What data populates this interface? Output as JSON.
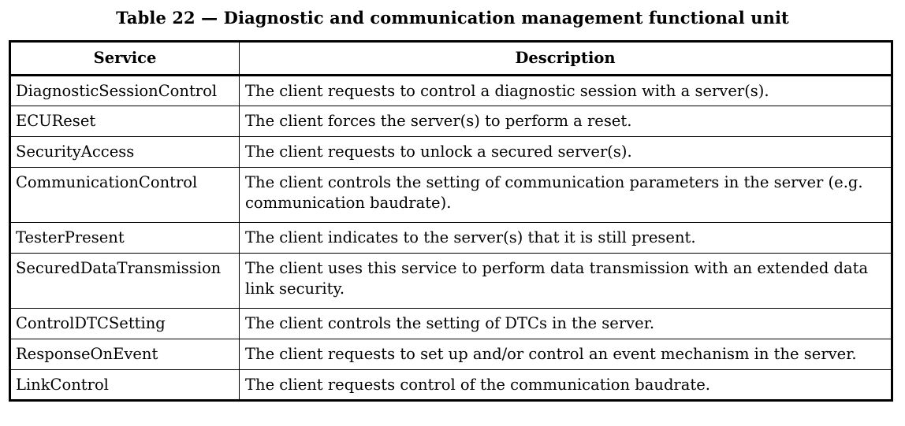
{
  "caption": "Table 22 — Diagnostic and communication management functional unit",
  "headers": {
    "service": "Service",
    "description": "Description"
  },
  "rows": [
    {
      "service": "DiagnosticSessionControl",
      "description": "The client requests to control a diagnostic session with a server(s)."
    },
    {
      "service": "ECUReset",
      "description": "The client forces the server(s) to perform a reset."
    },
    {
      "service": "SecurityAccess",
      "description": "The client requests to unlock a secured server(s)."
    },
    {
      "service": "CommunicationControl",
      "description": "The client controls the setting of communication parameters in the server (e.g. communication baudrate)."
    },
    {
      "service": "TesterPresent",
      "description": "The client indicates to the server(s) that it is still present."
    },
    {
      "service": "SecuredDataTransmission",
      "description": "The client uses this service to perform data transmission with an extended data link security."
    },
    {
      "service": "ControlDTCSetting",
      "description": "The client controls the setting of DTCs in the server."
    },
    {
      "service": "ResponseOnEvent",
      "description": "The client requests to set up and/or control an event mechanism in the server."
    },
    {
      "service": "LinkControl",
      "description": "The client requests control of the communication baudrate."
    }
  ]
}
